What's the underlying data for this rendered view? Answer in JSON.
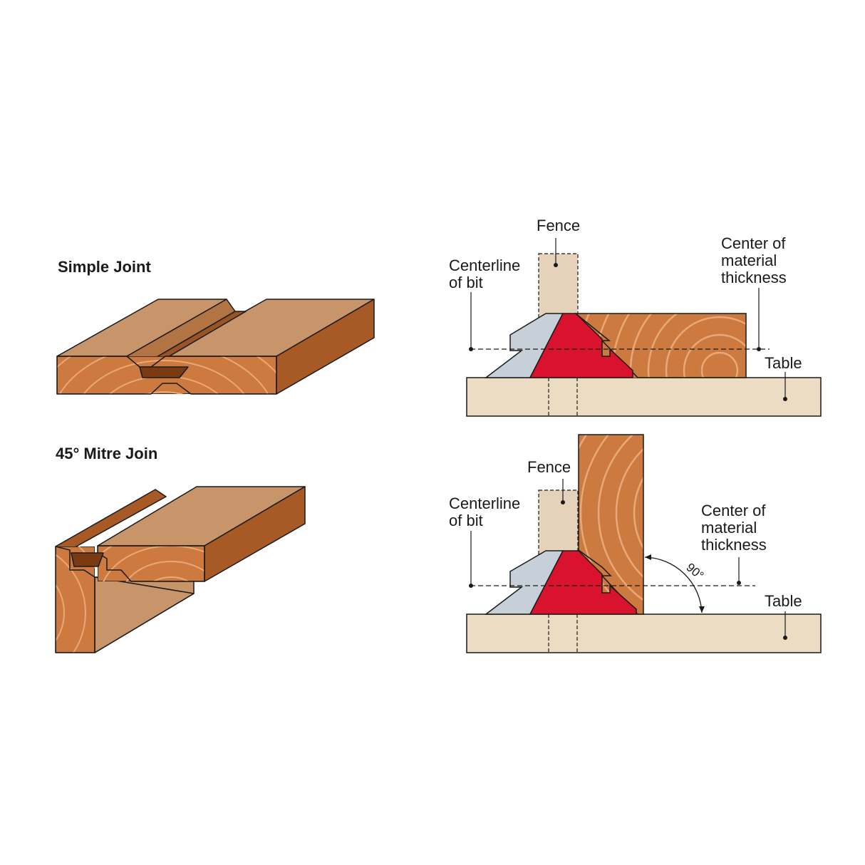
{
  "sections": {
    "simple_joint": {
      "title": "Simple Joint"
    },
    "mitre_joint": {
      "title": "45° Mitre Join"
    }
  },
  "diagram_top": {
    "fence_label": "Fence",
    "centerline_label_line1": "Centerline",
    "centerline_label_line2": "of bit",
    "center_label_line1": "Center of",
    "center_label_line2": "material",
    "center_label_line3": "thickness",
    "table_label": "Table"
  },
  "diagram_bottom": {
    "fence_label": "Fence",
    "centerline_label_line1": "Centerline",
    "centerline_label_line2": "of bit",
    "center_label_line1": "Center of",
    "center_label_line2": "material",
    "center_label_line3": "thickness",
    "table_label": "Table",
    "angle_label": "90°"
  },
  "colors": {
    "wood_top": "#c8956a",
    "wood_side": "#a85a26",
    "wood_end": "#cc7a40",
    "wood_ring": "#e9a877",
    "table": "#ecdcc4",
    "fence": "#e6d2bb",
    "cutter_red": "#d9132e",
    "cutter_steel": "#c7cfd8",
    "outline": "#1a1a1a"
  }
}
